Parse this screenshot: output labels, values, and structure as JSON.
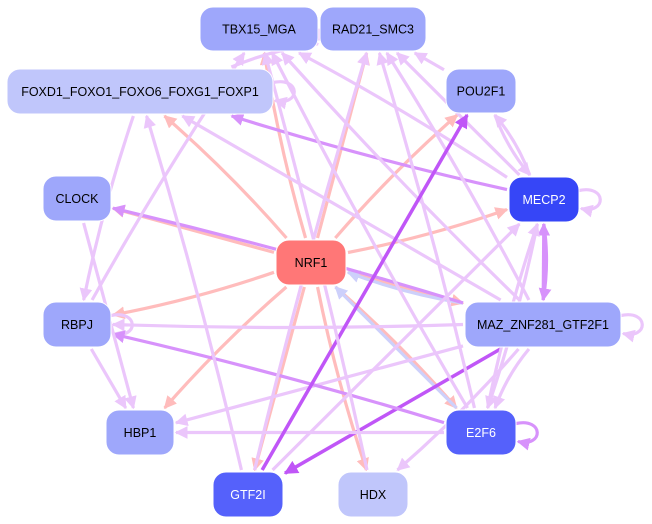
{
  "title": "Transcription factor regulatory network",
  "colors": {
    "node_light": "#c0c6fb",
    "node_mid": "#9ea7fb",
    "node_dark": "#5561fb",
    "node_darkest": "#3646f7",
    "node_hub": "#ff7777",
    "edge_pink": "#ffbcbc",
    "edge_lavender": "#ebc6fb",
    "edge_violet": "#d792fb",
    "edge_purple": "#c056f7",
    "edge_blue": "#cdd0fb"
  },
  "nodes": [
    {
      "id": "TBX15_MGA",
      "label": "TBX15_MGA",
      "fill": "#9ea7fb",
      "text": "#000000"
    },
    {
      "id": "RAD21_SMC3",
      "label": "RAD21_SMC3",
      "fill": "#9ea7fb",
      "text": "#000000"
    },
    {
      "id": "FOXD1",
      "label": "FOXD1_FOXO1_FOXO6_FOXG1_FOXP1",
      "fill": "#c0c6fb",
      "text": "#000000"
    },
    {
      "id": "POU2F1",
      "label": "POU2F1",
      "fill": "#9ea7fb",
      "text": "#000000"
    },
    {
      "id": "CLOCK",
      "label": "CLOCK",
      "fill": "#9ea7fb",
      "text": "#000000"
    },
    {
      "id": "MECP2",
      "label": "MECP2",
      "fill": "#3646f7",
      "text": "#ffffff"
    },
    {
      "id": "NRF1",
      "label": "NRF1",
      "fill": "#ff7777",
      "text": "#000000"
    },
    {
      "id": "RBPJ",
      "label": "RBPJ",
      "fill": "#9ea7fb",
      "text": "#000000"
    },
    {
      "id": "MAZ",
      "label": "MAZ_ZNF281_GTF2F1",
      "fill": "#9ea7fb",
      "text": "#000000"
    },
    {
      "id": "HBP1",
      "label": "HBP1",
      "fill": "#9ea7fb",
      "text": "#000000"
    },
    {
      "id": "E2F6",
      "label": "E2F6",
      "fill": "#5561fb",
      "text": "#ffffff"
    },
    {
      "id": "GTF2I",
      "label": "GTF2I",
      "fill": "#5561fb",
      "text": "#ffffff"
    },
    {
      "id": "HDX",
      "label": "HDX",
      "fill": "#c0c6fb",
      "text": "#000000"
    }
  ],
  "edges": [
    {
      "from": "NRF1",
      "to": "TBX15_MGA",
      "color": "edge_pink"
    },
    {
      "from": "NRF1",
      "to": "RAD21_SMC3",
      "color": "edge_pink"
    },
    {
      "from": "NRF1",
      "to": "FOXD1",
      "color": "edge_pink"
    },
    {
      "from": "NRF1",
      "to": "POU2F1",
      "color": "edge_pink"
    },
    {
      "from": "NRF1",
      "to": "CLOCK",
      "color": "edge_pink"
    },
    {
      "from": "NRF1",
      "to": "MECP2",
      "color": "edge_pink"
    },
    {
      "from": "NRF1",
      "to": "RBPJ",
      "color": "edge_pink"
    },
    {
      "from": "NRF1",
      "to": "MAZ",
      "color": "edge_pink"
    },
    {
      "from": "NRF1",
      "to": "HBP1",
      "color": "edge_pink"
    },
    {
      "from": "NRF1",
      "to": "E2F6",
      "color": "edge_pink"
    },
    {
      "from": "NRF1",
      "to": "GTF2I",
      "color": "edge_pink"
    },
    {
      "from": "NRF1",
      "to": "HDX",
      "color": "edge_pink"
    },
    {
      "from": "MAZ",
      "to": "NRF1",
      "color": "edge_blue"
    },
    {
      "from": "E2F6",
      "to": "NRF1",
      "color": "edge_blue"
    },
    {
      "from": "MECP2",
      "to": "POU2F1",
      "color": "edge_lavender"
    },
    {
      "from": "MECP2",
      "to": "FOXD1",
      "color": "edge_violet"
    },
    {
      "from": "MECP2",
      "to": "RAD21_SMC3",
      "color": "edge_lavender"
    },
    {
      "from": "MECP2",
      "to": "TBX15_MGA",
      "color": "edge_lavender"
    },
    {
      "from": "MECP2",
      "to": "MAZ",
      "color": "edge_violet"
    },
    {
      "from": "MAZ",
      "to": "MECP2",
      "color": "edge_violet"
    },
    {
      "from": "MECP2",
      "to": "MECP2",
      "color": "edge_lavender"
    },
    {
      "from": "MAZ",
      "to": "MAZ",
      "color": "edge_lavender"
    },
    {
      "from": "E2F6",
      "to": "E2F6",
      "color": "edge_violet"
    },
    {
      "from": "RBPJ",
      "to": "RBPJ",
      "color": "edge_lavender"
    },
    {
      "from": "TBX15_MGA",
      "to": "RAD21_SMC3",
      "color": "edge_lavender"
    },
    {
      "from": "FOXD1",
      "to": "FOXD1",
      "color": "edge_lavender"
    },
    {
      "from": "MAZ",
      "to": "RAD21_SMC3",
      "color": "edge_lavender"
    },
    {
      "from": "MAZ",
      "to": "TBX15_MGA",
      "color": "edge_lavender"
    },
    {
      "from": "MAZ",
      "to": "FOXD1",
      "color": "edge_lavender"
    },
    {
      "from": "MAZ",
      "to": "CLOCK",
      "color": "edge_violet"
    },
    {
      "from": "MAZ",
      "to": "RBPJ",
      "color": "edge_lavender"
    },
    {
      "from": "MAZ",
      "to": "HBP1",
      "color": "edge_lavender"
    },
    {
      "from": "MAZ",
      "to": "E2F6",
      "color": "edge_lavender"
    },
    {
      "from": "MAZ",
      "to": "HDX",
      "color": "edge_lavender"
    },
    {
      "from": "MAZ",
      "to": "GTF2I",
      "color": "edge_purple"
    },
    {
      "from": "E2F6",
      "to": "RAD21_SMC3",
      "color": "edge_lavender"
    },
    {
      "from": "E2F6",
      "to": "MECP2",
      "color": "edge_lavender"
    },
    {
      "from": "E2F6",
      "to": "HBP1",
      "color": "edge_lavender"
    },
    {
      "from": "E2F6",
      "to": "RBPJ",
      "color": "edge_violet"
    },
    {
      "from": "E2F6",
      "to": "TBX15_MGA",
      "color": "edge_lavender"
    },
    {
      "from": "GTF2I",
      "to": "POU2F1",
      "color": "edge_purple"
    },
    {
      "from": "GTF2I",
      "to": "FOXD1",
      "color": "edge_lavender"
    },
    {
      "from": "GTF2I",
      "to": "RAD21_SMC3",
      "color": "edge_lavender"
    },
    {
      "from": "GTF2I",
      "to": "MECP2",
      "color": "edge_lavender"
    },
    {
      "from": "HDX",
      "to": "TBX15_MGA",
      "color": "edge_lavender"
    },
    {
      "from": "RBPJ",
      "to": "TBX15_MGA",
      "color": "edge_lavender"
    },
    {
      "from": "CLOCK",
      "to": "HBP1",
      "color": "edge_lavender"
    },
    {
      "from": "FOXD1",
      "to": "RBPJ",
      "color": "edge_lavender"
    },
    {
      "from": "FOXD1",
      "to": "RAD21_SMC3",
      "color": "edge_lavender"
    },
    {
      "from": "POU2F1",
      "to": "RAD21_SMC3",
      "color": "edge_lavender"
    },
    {
      "from": "POU2F1",
      "to": "MECP2",
      "color": "edge_lavender"
    },
    {
      "from": "MECP2",
      "to": "E2F6",
      "color": "edge_lavender"
    },
    {
      "from": "RBPJ",
      "to": "HBP1",
      "color": "edge_lavender"
    }
  ]
}
